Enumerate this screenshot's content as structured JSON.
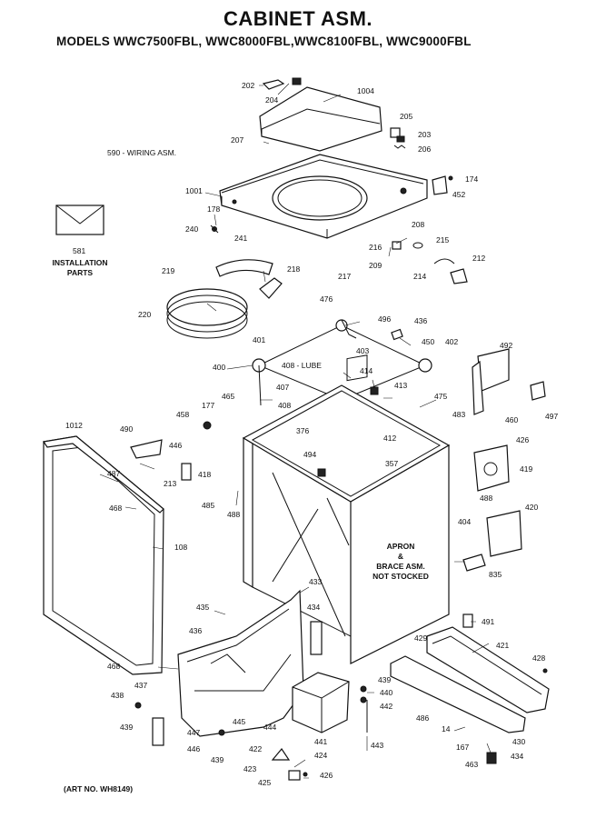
{
  "header": {
    "title": "CABINET ASM.",
    "models": "MODELS WWC7500FBL, WWC8000FBL,WWC8100FBL, WWC9000FBL"
  },
  "notes": {
    "wiring": "590 - WIRING ASM.",
    "installation": "INSTALLATION\nPARTS",
    "installation_num": "581",
    "lube": "408 - LUBE",
    "apron_line1": "APRON",
    "apron_line2": "&",
    "apron_line3": "BRACE ASM.",
    "apron_line4": "NOT STOCKED",
    "art_no": "(ART NO. WH8149)"
  },
  "part_labels": [
    "202",
    "204",
    "1004",
    "205",
    "203",
    "206",
    "207",
    "174",
    "452",
    "1001",
    "178",
    "240",
    "241",
    "208",
    "216",
    "215",
    "212",
    "209",
    "217",
    "214",
    "218",
    "219",
    "220",
    "476",
    "496",
    "436",
    "401",
    "403",
    "450",
    "402",
    "492",
    "400",
    "407",
    "414",
    "413",
    "475",
    "465",
    "408",
    "177",
    "458",
    "460",
    "497",
    "376",
    "483",
    "412",
    "1012",
    "490",
    "446",
    "418",
    "213",
    "357",
    "494",
    "426",
    "419",
    "487",
    "468",
    "485",
    "488",
    "488",
    "420",
    "404",
    "108",
    "835",
    "433",
    "435",
    "436",
    "434",
    "491",
    "429",
    "421",
    "428",
    "468",
    "437",
    "439",
    "440",
    "442",
    "438",
    "439",
    "445",
    "447",
    "446",
    "439",
    "444",
    "441",
    "486",
    "14",
    "167",
    "430",
    "434",
    "422",
    "424",
    "423",
    "425",
    "426",
    "443",
    "463"
  ]
}
